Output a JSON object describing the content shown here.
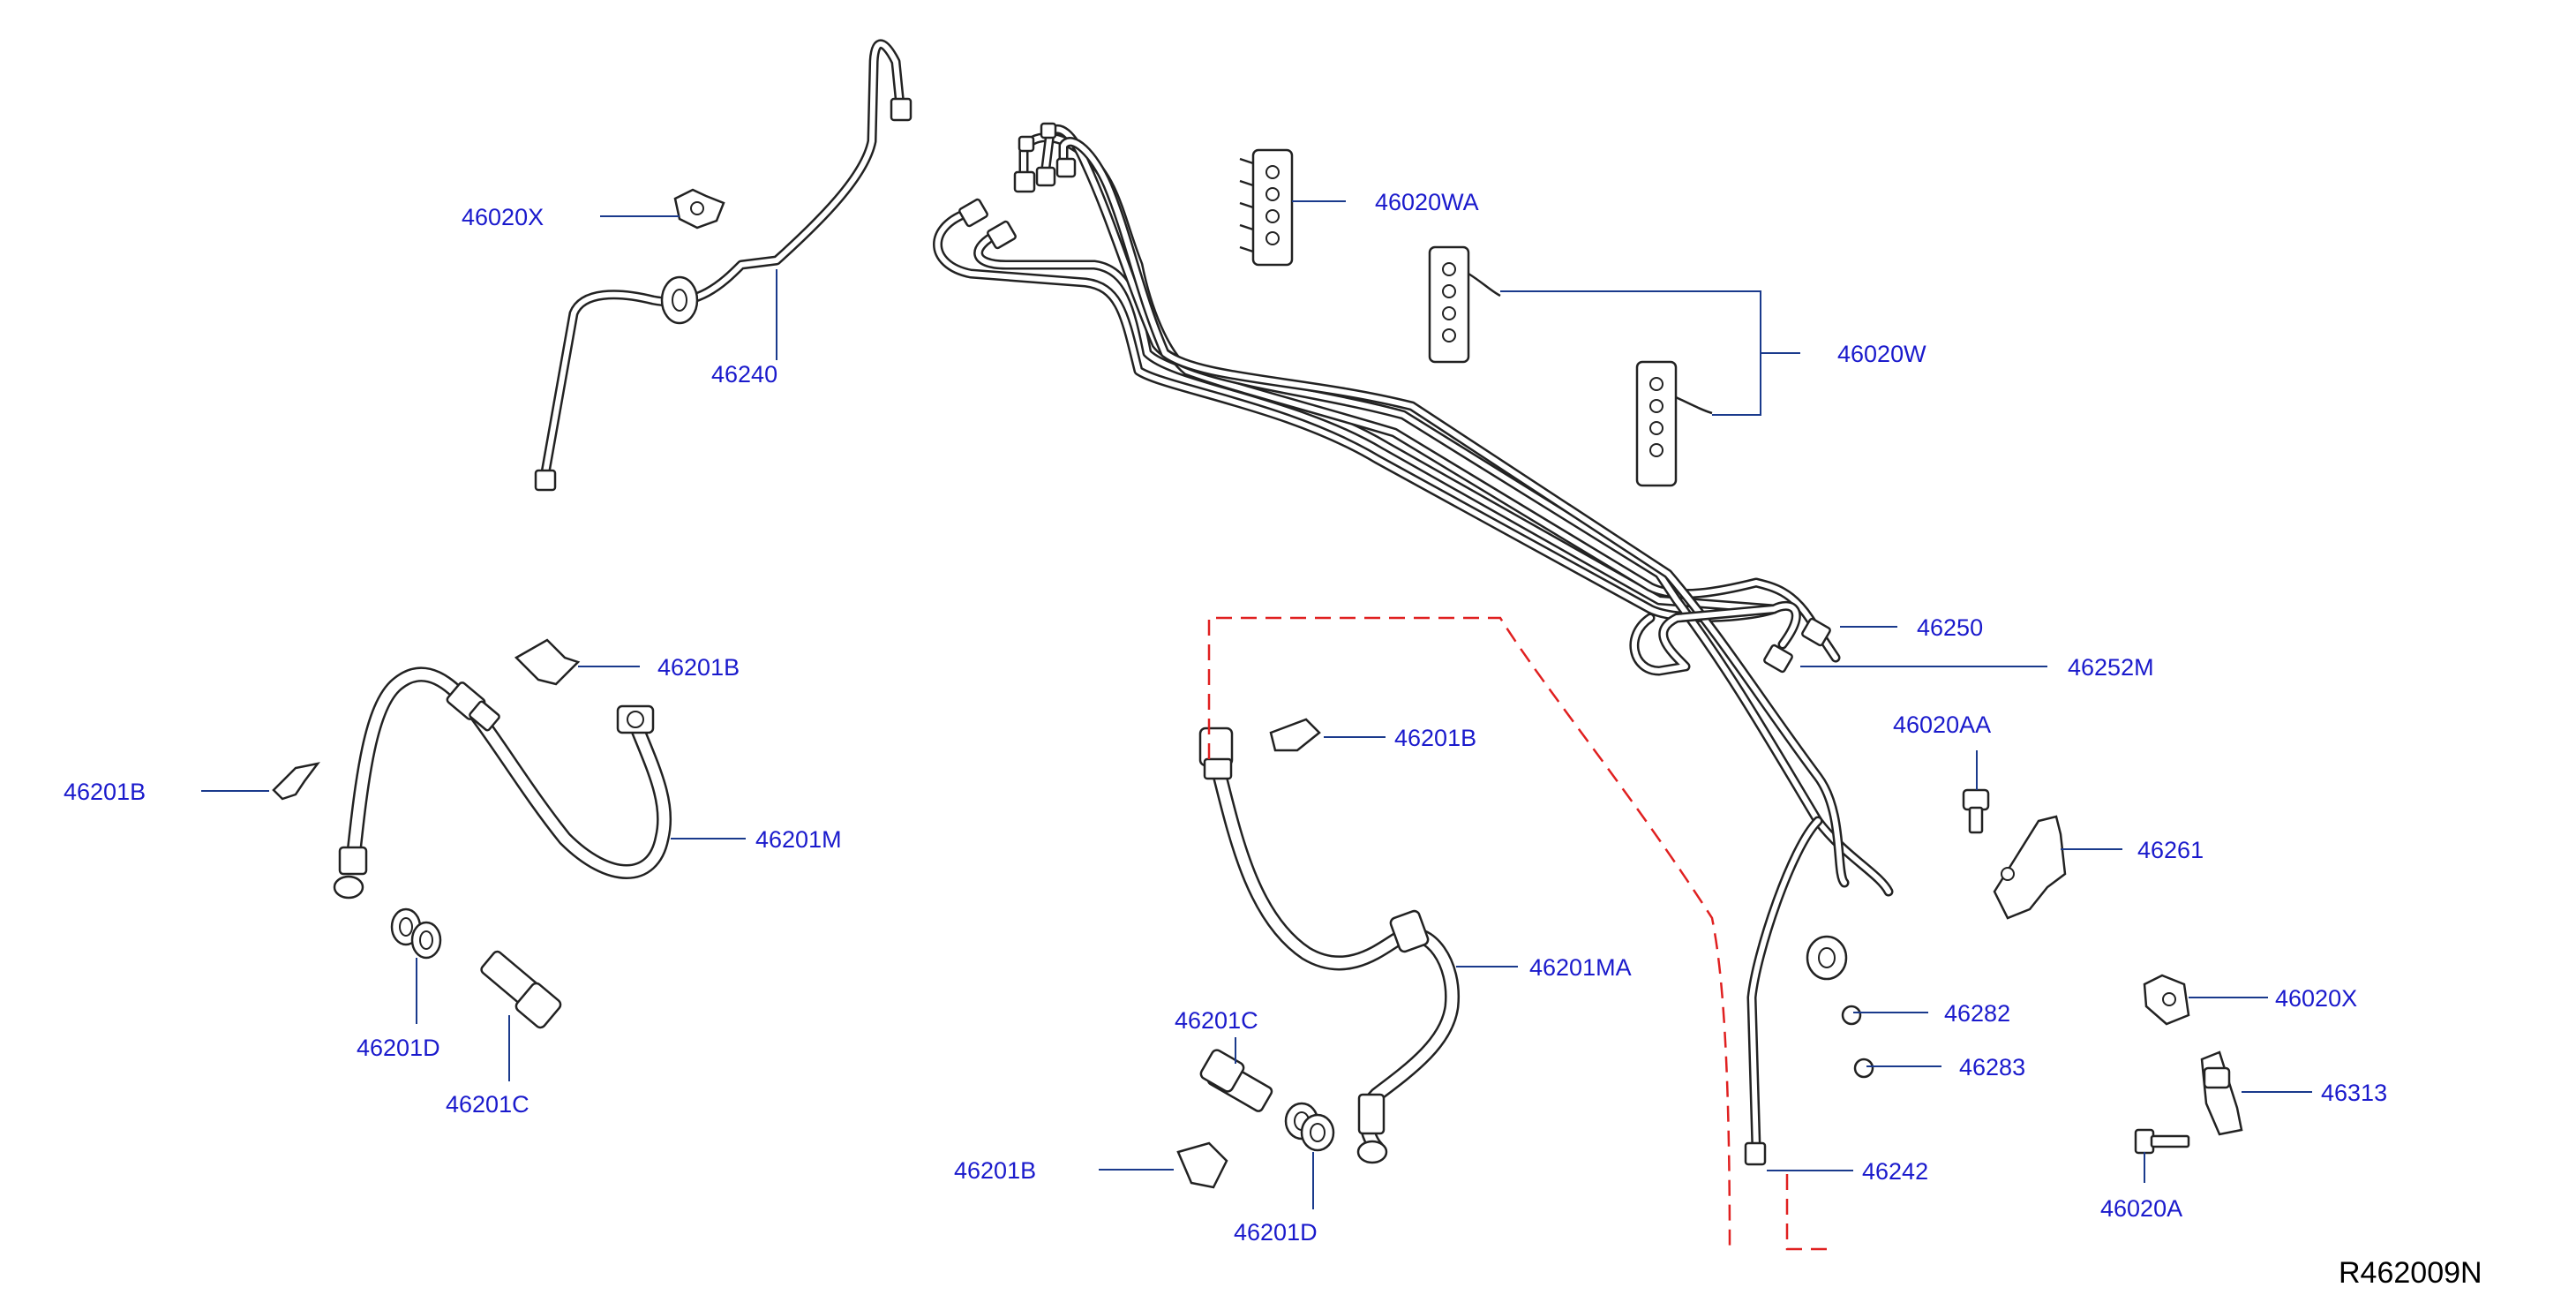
{
  "diagram": {
    "reference_code": "R462009N",
    "callouts": [
      {
        "id": "c1",
        "label": "46020X"
      },
      {
        "id": "c2",
        "label": "46240"
      },
      {
        "id": "c3",
        "label": "46020WA"
      },
      {
        "id": "c4",
        "label": "46020W"
      },
      {
        "id": "c5",
        "label": "46250"
      },
      {
        "id": "c6",
        "label": "46252M"
      },
      {
        "id": "c7",
        "label": "46201B"
      },
      {
        "id": "c8",
        "label": "46201B"
      },
      {
        "id": "c9",
        "label": "46201M"
      },
      {
        "id": "c10",
        "label": "46201D"
      },
      {
        "id": "c11",
        "label": "46201C"
      },
      {
        "id": "c12",
        "label": "46201B"
      },
      {
        "id": "c13",
        "label": "46201MA"
      },
      {
        "id": "c14",
        "label": "46201C"
      },
      {
        "id": "c15",
        "label": "46201B"
      },
      {
        "id": "c16",
        "label": "46201D"
      },
      {
        "id": "c17",
        "label": "46020AA"
      },
      {
        "id": "c18",
        "label": "46261"
      },
      {
        "id": "c19",
        "label": "46282"
      },
      {
        "id": "c20",
        "label": "46283"
      },
      {
        "id": "c21",
        "label": "46242"
      },
      {
        "id": "c22",
        "label": "46020X"
      },
      {
        "id": "c23",
        "label": "46313"
      },
      {
        "id": "c24",
        "label": "46020A"
      }
    ]
  }
}
